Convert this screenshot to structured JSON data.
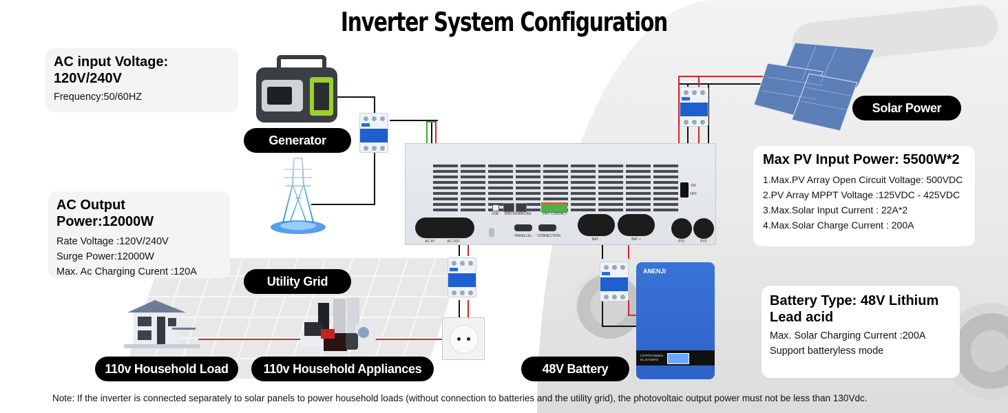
{
  "title": "Inverter System Configuration",
  "cards": {
    "ac_input": {
      "heading_line1": "AC input Voltage:",
      "heading_line2": "120V/240V",
      "lines": [
        "Frequency:50/60HZ"
      ]
    },
    "ac_output": {
      "heading": "AC Output Power:12000W",
      "lines": [
        "Rate Voltage :120V/240V",
        "Surge Power:12000W",
        "Max. Ac Charging Curent :120A"
      ]
    },
    "pv_input": {
      "heading": "Max PV Input Power: 5500W*2",
      "lines": [
        "1.Max.PV Array Open Circuit Voltage: 500VDC",
        "2.PV Array MPPT Voltage :125VDC - 425VDC",
        "3.Max.Solar Input Current : 22A*2",
        "4.Max.Solar Charge  Current : 200A"
      ]
    },
    "battery_type": {
      "heading_line1": "Battery Type: 48V Lithium",
      "heading_line2": "Lead acid",
      "lines": [
        "Max. Solar Charging Current :200A",
        "Support batteryless mode"
      ]
    }
  },
  "labels": {
    "generator": "Generator",
    "utility_grid": "Utility Grid",
    "solar_power": "Solar Power",
    "household_load": "110v Household Load",
    "household_appliances": "110v Household Appliances",
    "battery": "48V Battery"
  },
  "inverter_ports": {
    "ac_in": "AC IN",
    "ac_out": "AC OUT",
    "usb": "USB",
    "wifi": "WIFI",
    "rs485": "RS485/CAN",
    "dry_contact": "DRY CONTACT",
    "parallel": "PARALLEL",
    "connection": "CONNECTION",
    "bat_neg": "BAT -",
    "bat_pos": "BAT +",
    "pv1": "PV1",
    "pv2": "PV2",
    "switch_on": "ON",
    "switch_off": "OFF"
  },
  "battery_device": {
    "brand": "ANENJI",
    "label_line1": "LiFePO4 Battery",
    "label_line2": "51.2V/100Ah"
  },
  "colors": {
    "wire_positive": "#d2262a",
    "wire_negative": "#111111",
    "wire_ground": "#3aaa35",
    "breaker_blue": "#1f5fd0",
    "battery_blue": "#2d63c9",
    "pill_bg": "#000000"
  },
  "note": "Note: If the inverter is connected separately to solar panels to power household loads (without connection to batteries and the utility grid), the photovoltaic output power must not be less than 130Vdc."
}
